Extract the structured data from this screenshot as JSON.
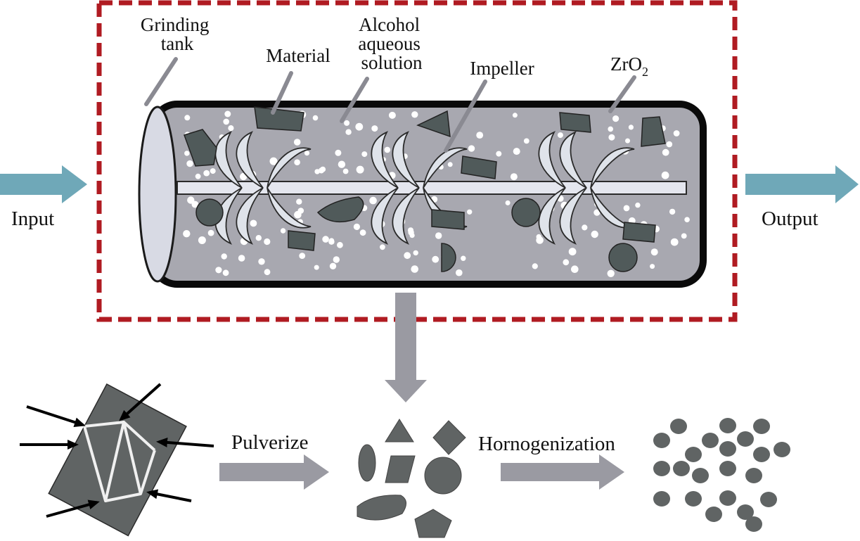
{
  "labels": {
    "grinding_tank": [
      "Grinding",
      "tank"
    ],
    "material": "Material",
    "alcohol": [
      "Alcohol",
      "aqueous",
      "solution"
    ],
    "impeller": "Impeller",
    "zro2_main": "ZrO",
    "zro2_sub": "2",
    "input": "Input",
    "output": "Output",
    "pulverize": "Pulverize",
    "homogenization": "Hornogenization"
  },
  "colors": {
    "frame": "#b01b22",
    "flow_arrow": "#6fa8b8",
    "gray_arrow": "#9a9aa2",
    "tank_fill": "#a8a8b0",
    "particle": "#505a5a",
    "blade": "#dfe3ea",
    "ball": "#ffffff"
  },
  "icons": [
    "input-arrow-icon",
    "output-arrow-icon",
    "down-arrow-icon",
    "pulverize-arrow-icon",
    "homogenization-arrow-icon",
    "crushing-block-icon",
    "fragment-icon",
    "particle-dot-icon"
  ]
}
